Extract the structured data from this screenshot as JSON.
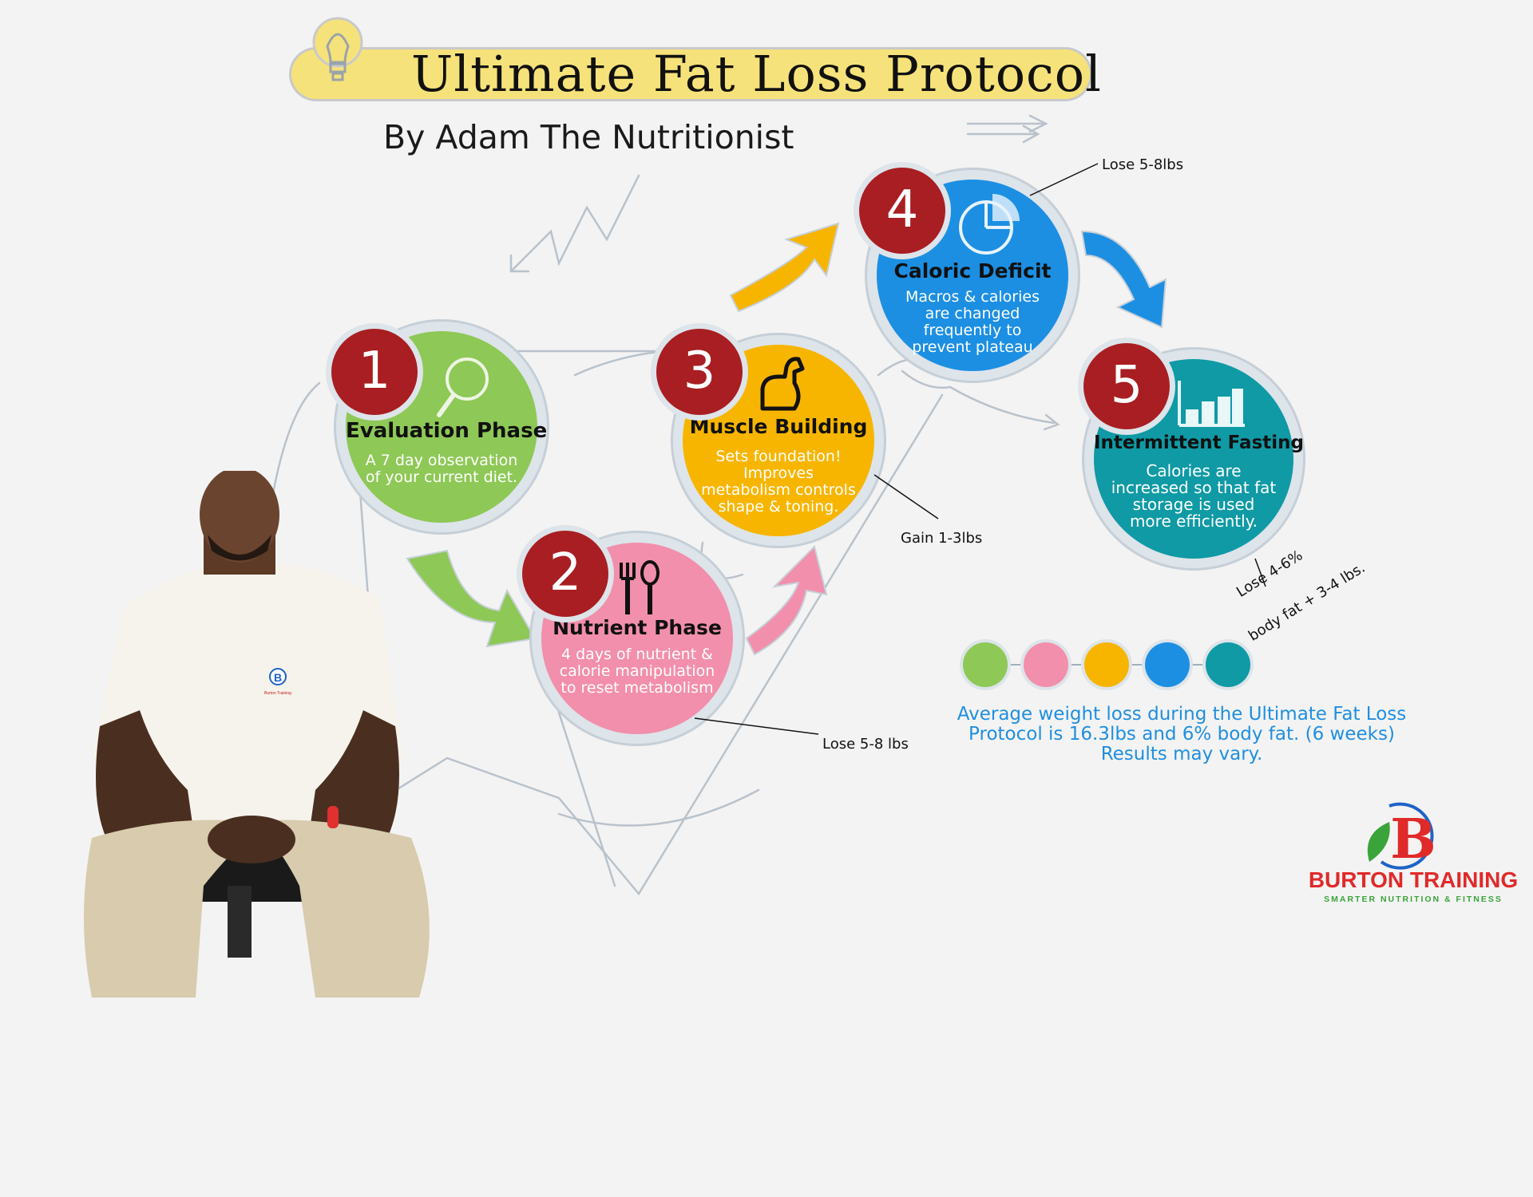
{
  "title": "Ultimate Fat Loss Protocol",
  "byline": "By Adam The Nutritionist",
  "steps": [
    {
      "number": "1",
      "title": "Evaluation Phase",
      "description": "A 7 day observation of your current diet.",
      "color": "#8ec856"
    },
    {
      "number": "2",
      "title": "Nutrient Phase",
      "description": "4 days of nutrient & calorie manipulation to reset metabolism",
      "color": "#f28fac"
    },
    {
      "number": "3",
      "title": "Muscle Building",
      "description": "Sets foundation! Improves metabolism controls shape & toning.",
      "color": "#f7b500"
    },
    {
      "number": "4",
      "title": "Caloric Deficit",
      "description": "Macros & calories are changed frequently to prevent plateau",
      "color": "#1c8fe3"
    },
    {
      "number": "5",
      "title": "Intermittent Fasting",
      "description": "Calories are increased so that fat storage is used more efficiently.",
      "color": "#0f9aa5"
    }
  ],
  "callouts": {
    "step2": "Lose 5-8 lbs",
    "step3": "Gain 1-3lbs",
    "step4": "Lose 5-8lbs",
    "step5_line1": "Lose 4-6%",
    "step5_line2": "body fat + 3-4 lbs."
  },
  "summary": {
    "line1": "Average weight loss during the Ultimate Fat Loss",
    "line2": "Protocol is 16.3lbs and 6% body fat. (6 weeks)",
    "line3": "Results may vary."
  },
  "shirt_logo": {
    "letter": "B",
    "text": "Burton Training"
  },
  "logo": {
    "letter": "B",
    "name": "BURTON TRAINING",
    "tagline": "SMARTER NUTRITION & FITNESS",
    "colors": {
      "red": "#e02a2a",
      "blue": "#1e63c6",
      "green": "#3aa43a"
    }
  },
  "icons": [
    "lightbulb-icon",
    "magnifier-icon",
    "fork-spoon-icon",
    "flexed-arm-icon",
    "pie-chart-icon",
    "bar-chart-icon"
  ]
}
